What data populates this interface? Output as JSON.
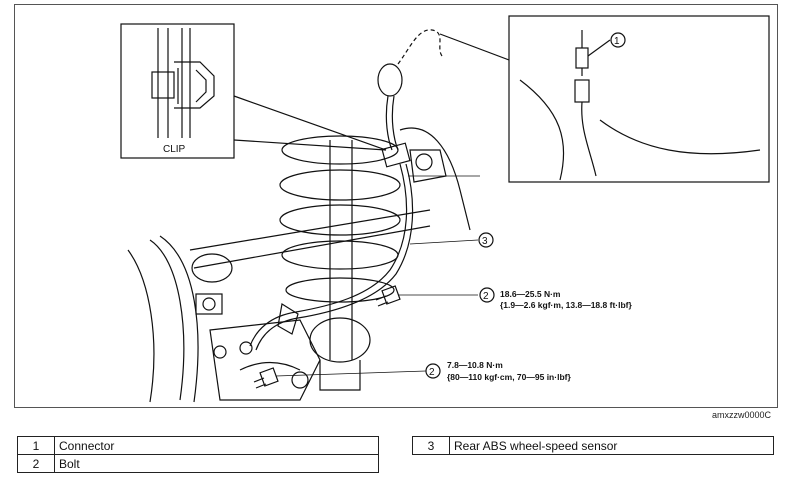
{
  "callouts": {
    "clip_label": "CLIP",
    "marker_1": "1",
    "marker_2a": "2",
    "marker_2b": "2",
    "marker_3": "3"
  },
  "torque": {
    "upper_line1": "18.6—25.5 N·m",
    "upper_line2": "{1.9—2.6 kgf·m,  13.8—18.8 ft·lbf}",
    "lower_line1": "7.8—10.8 N·m",
    "lower_line2": "{80—110 kgf·cm, 70—95 in·lbf}"
  },
  "figure_code": "amxzzw0000C",
  "legend": {
    "left": [
      {
        "num": "1",
        "label": "Connector"
      },
      {
        "num": "2",
        "label": "Bolt"
      }
    ],
    "right": [
      {
        "num": "3",
        "label": "Rear ABS wheel-speed sensor"
      }
    ]
  }
}
